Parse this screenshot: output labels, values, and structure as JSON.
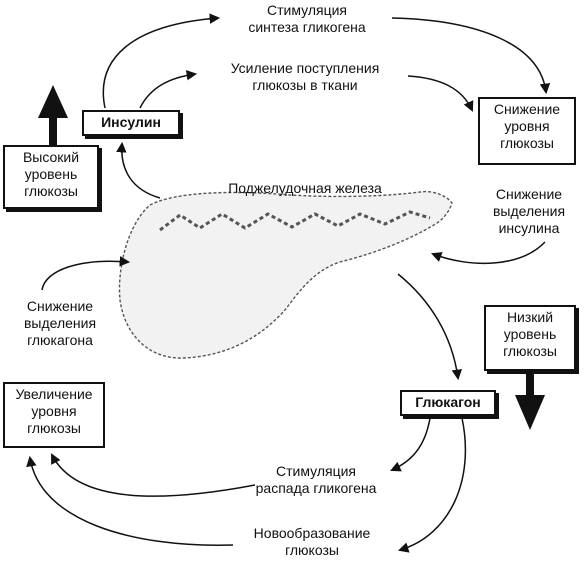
{
  "organ_label": "Поджелудочная железа",
  "boxes": {
    "insulin": "Инсулин",
    "glucagon": "Глюкагон",
    "high_glucose": [
      "Высокий",
      "уровень",
      "глюкозы"
    ],
    "low_glucose": [
      "Низкий",
      "уровень",
      "глюкозы"
    ],
    "decrease_glucose": [
      "Снижение",
      "уровня",
      "глюкозы"
    ],
    "increase_glucose": [
      "Увеличение",
      "уровня",
      "глюкозы"
    ]
  },
  "labels": {
    "stim_synthesis": [
      "Стимуляция",
      "синтеза гликогена"
    ],
    "uptake": [
      "Усиление поступления",
      "глюкозы в ткани"
    ],
    "decrease_insulin": [
      "Снижение",
      "выделения",
      "инсулина"
    ],
    "decrease_glucagon": [
      "Снижение",
      "выделения",
      "глюкагона"
    ],
    "stim_breakdown": [
      "Стимуляция",
      "распада гликогена"
    ],
    "gluconeogenesis": [
      "Новообразование",
      "глюкозы"
    ]
  }
}
